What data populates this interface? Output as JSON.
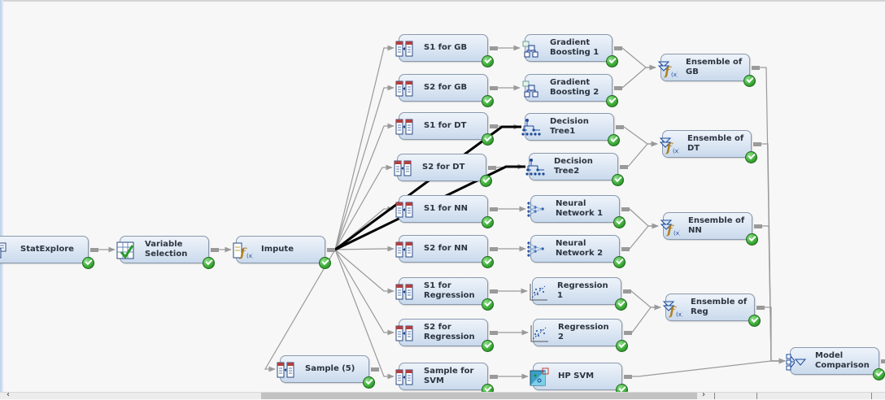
{
  "app": {
    "view": "Process Flow Diagram"
  },
  "colors": {
    "edge": "#9a9a9a",
    "highlight_edge": "#000000",
    "status_ok": "#3fae3a",
    "node_border": "#8a99ad"
  },
  "nodes": [
    {
      "id": "statexplore",
      "label": "StatExplore",
      "icon": "statexplore-icon",
      "status": "completed"
    },
    {
      "id": "varsel",
      "label": "Variable\nSelection",
      "icon": "variable-selection-icon",
      "status": "completed"
    },
    {
      "id": "impute",
      "label": "Impute",
      "icon": "impute-icon",
      "status": "completed"
    },
    {
      "id": "s1gb",
      "label": "S1 for GB",
      "icon": "sample-icon",
      "status": "completed"
    },
    {
      "id": "s2gb",
      "label": "S2 for GB",
      "icon": "sample-icon",
      "status": "completed"
    },
    {
      "id": "s1dt",
      "label": "S1 for DT",
      "icon": "sample-icon",
      "status": "completed"
    },
    {
      "id": "s2dt",
      "label": "S2 for DT",
      "icon": "sample-icon",
      "status": "completed"
    },
    {
      "id": "s1nn",
      "label": "S1 for NN",
      "icon": "sample-icon",
      "status": "completed"
    },
    {
      "id": "s2nn",
      "label": "S2 for NN",
      "icon": "sample-icon",
      "status": "completed"
    },
    {
      "id": "s1reg",
      "label": "S1 for\nRegression",
      "icon": "sample-icon",
      "status": "completed"
    },
    {
      "id": "s2reg",
      "label": "S2 for\nRegression",
      "icon": "sample-icon",
      "status": "completed"
    },
    {
      "id": "svmsample",
      "label": "Sample for SVM",
      "icon": "sample-icon",
      "status": "completed"
    },
    {
      "id": "sample5",
      "label": "Sample (5)",
      "icon": "sample-icon",
      "status": "completed"
    },
    {
      "id": "gb1",
      "label": "Gradient\nBoosting 1",
      "icon": "gradient-boosting-icon",
      "status": "completed"
    },
    {
      "id": "gb2",
      "label": "Gradient\nBoosting 2",
      "icon": "gradient-boosting-icon",
      "status": "completed"
    },
    {
      "id": "dt1",
      "label": "Decision Tree1",
      "icon": "decision-tree-icon",
      "status": "completed"
    },
    {
      "id": "dt2",
      "label": "Decision Tree2",
      "icon": "decision-tree-icon",
      "status": "completed"
    },
    {
      "id": "nn1",
      "label": "Neural\nNetwork 1",
      "icon": "neural-network-icon",
      "status": "completed"
    },
    {
      "id": "nn2",
      "label": "Neural\nNetwork 2",
      "icon": "neural-network-icon",
      "status": "completed"
    },
    {
      "id": "reg1",
      "label": "Regression 1",
      "icon": "regression-icon",
      "status": "completed"
    },
    {
      "id": "reg2",
      "label": "Regression 2",
      "icon": "regression-icon",
      "status": "completed"
    },
    {
      "id": "hpsvm",
      "label": "HP SVM",
      "icon": "hp-svm-icon",
      "status": "completed"
    },
    {
      "id": "ensgb",
      "label": "Ensemble of GB",
      "icon": "ensemble-icon",
      "status": "completed"
    },
    {
      "id": "ensdt",
      "label": "Ensemble of DT",
      "icon": "ensemble-icon",
      "status": "completed"
    },
    {
      "id": "ensnn",
      "label": "Ensemble of NN",
      "icon": "ensemble-icon",
      "status": "completed"
    },
    {
      "id": "ensreg",
      "label": "Ensemble of Reg",
      "icon": "ensemble-icon",
      "status": "completed"
    },
    {
      "id": "modelcomp",
      "label": "Model\nComparison",
      "icon": "model-comparison-icon",
      "status": "completed"
    }
  ],
  "edges": [
    [
      "statexplore",
      "varsel"
    ],
    [
      "varsel",
      "impute"
    ],
    [
      "impute",
      "s1gb"
    ],
    [
      "impute",
      "s2gb"
    ],
    [
      "impute",
      "s1dt"
    ],
    [
      "impute",
      "s2dt"
    ],
    [
      "impute",
      "s1nn"
    ],
    [
      "impute",
      "s2nn"
    ],
    [
      "impute",
      "s1reg"
    ],
    [
      "impute",
      "s2reg"
    ],
    [
      "impute",
      "svmsample"
    ],
    [
      "impute",
      "sample5"
    ],
    [
      "s1gb",
      "gb1"
    ],
    [
      "s2gb",
      "gb2"
    ],
    [
      "s1dt",
      "dt1"
    ],
    [
      "s2dt",
      "dt2"
    ],
    [
      "s1nn",
      "nn1"
    ],
    [
      "s2nn",
      "nn2"
    ],
    [
      "s1reg",
      "reg1"
    ],
    [
      "s2reg",
      "reg2"
    ],
    [
      "svmsample",
      "hpsvm"
    ],
    [
      "gb1",
      "ensgb"
    ],
    [
      "gb2",
      "ensgb"
    ],
    [
      "dt1",
      "ensdt"
    ],
    [
      "dt2",
      "ensdt"
    ],
    [
      "nn1",
      "ensnn"
    ],
    [
      "nn2",
      "ensnn"
    ],
    [
      "reg1",
      "ensreg"
    ],
    [
      "reg2",
      "ensreg"
    ],
    [
      "ensgb",
      "modelcomp"
    ],
    [
      "ensdt",
      "modelcomp"
    ],
    [
      "ensnn",
      "modelcomp"
    ],
    [
      "ensreg",
      "modelcomp"
    ],
    [
      "hpsvm",
      "modelcomp"
    ]
  ],
  "highlighted_edges": [
    [
      "impute",
      "dt1"
    ],
    [
      "impute",
      "dt2"
    ]
  ],
  "scrollbar": {
    "left_arrow": "‹",
    "right_arrow": "›"
  }
}
